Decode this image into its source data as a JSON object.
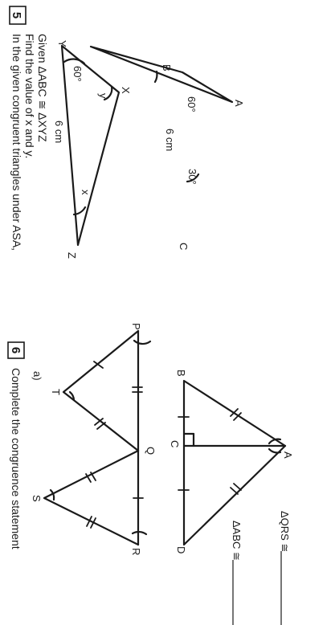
{
  "problem5": {
    "number": "5",
    "line1": "In the given congruent triangles under ASA,",
    "line2": "Find the value of x and y.",
    "line3": "Given ΔABC ≅ ΔXYZ",
    "triangle_abc": {
      "A": "A",
      "B": "B",
      "C": "C",
      "angle_b": "60°",
      "angle_c": "30°",
      "side_bc": "6 cm"
    },
    "triangle_xyz": {
      "X": "X",
      "Y": "Y",
      "Z": "Z",
      "angle_y": "60°",
      "label_y": "y",
      "label_x": "x",
      "side_yz": "6 cm"
    }
  },
  "problem6": {
    "number": "6",
    "heading": "Complete the congruence statement",
    "part_a": "a)",
    "statement_a": "ΔABC ≅",
    "statement_b": "ΔQRS ≅",
    "fig_a": {
      "A": "A",
      "B": "B",
      "C": "C",
      "D": "D"
    },
    "fig_b": {
      "P": "P",
      "Q": "Q",
      "R": "R",
      "S": "S",
      "T": "T"
    }
  }
}
